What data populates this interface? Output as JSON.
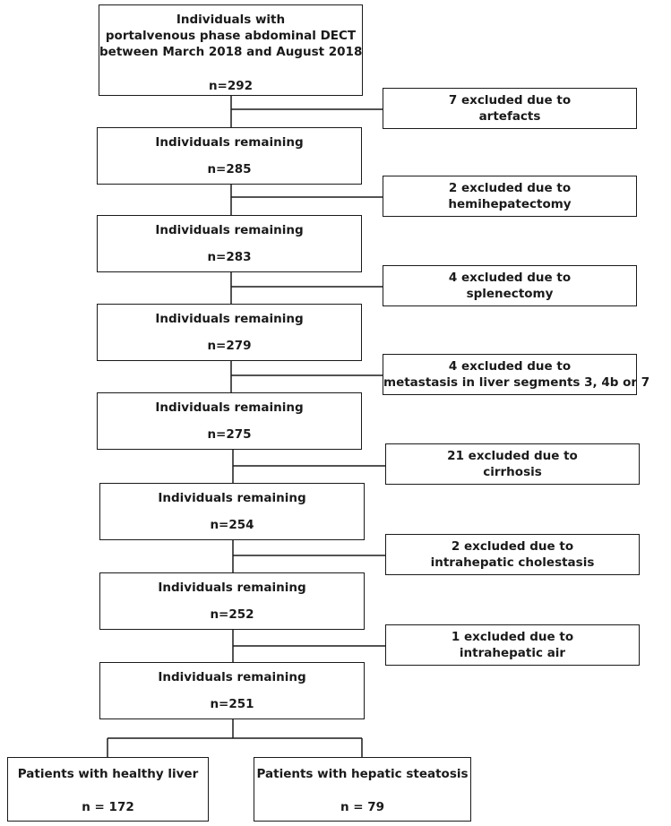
{
  "flowchart": {
    "start": {
      "lines": [
        "Individuals with",
        "portalvenous phase abdominal DECT",
        "between March 2018 and August 2018"
      ],
      "count": "n=292"
    },
    "steps": [
      {
        "lines": [
          "Individuals remaining"
        ],
        "count": "n=285"
      },
      {
        "lines": [
          "Individuals remaining"
        ],
        "count": "n=283"
      },
      {
        "lines": [
          "Individuals remaining"
        ],
        "count": "n=279"
      },
      {
        "lines": [
          "Individuals remaining"
        ],
        "count": "n=275"
      },
      {
        "lines": [
          "Individuals remaining"
        ],
        "count": "n=254"
      },
      {
        "lines": [
          "Individuals remaining"
        ],
        "count": "n=252"
      },
      {
        "lines": [
          "Individuals remaining"
        ],
        "count": "n=251"
      }
    ],
    "exclusions": [
      {
        "lines": [
          "7 excluded due to",
          "artefacts"
        ]
      },
      {
        "lines": [
          "2 excluded due to",
          "hemihepatectomy"
        ]
      },
      {
        "lines": [
          "4 excluded due to",
          "splenectomy"
        ]
      },
      {
        "lines": [
          "4 excluded due to",
          "metastasis in liver segments 3, 4b or 7"
        ]
      },
      {
        "lines": [
          "21 excluded due to",
          "cirrhosis"
        ]
      },
      {
        "lines": [
          "2 excluded due to",
          "intrahepatic cholestasis"
        ]
      },
      {
        "lines": [
          "1 excluded due to",
          "intrahepatic air"
        ]
      }
    ],
    "outcomes": [
      {
        "lines": [
          "Patients with healthy liver"
        ],
        "count": "n = 172"
      },
      {
        "lines": [
          "Patients with hepatic steatosis"
        ],
        "count": "n = 79"
      }
    ]
  }
}
